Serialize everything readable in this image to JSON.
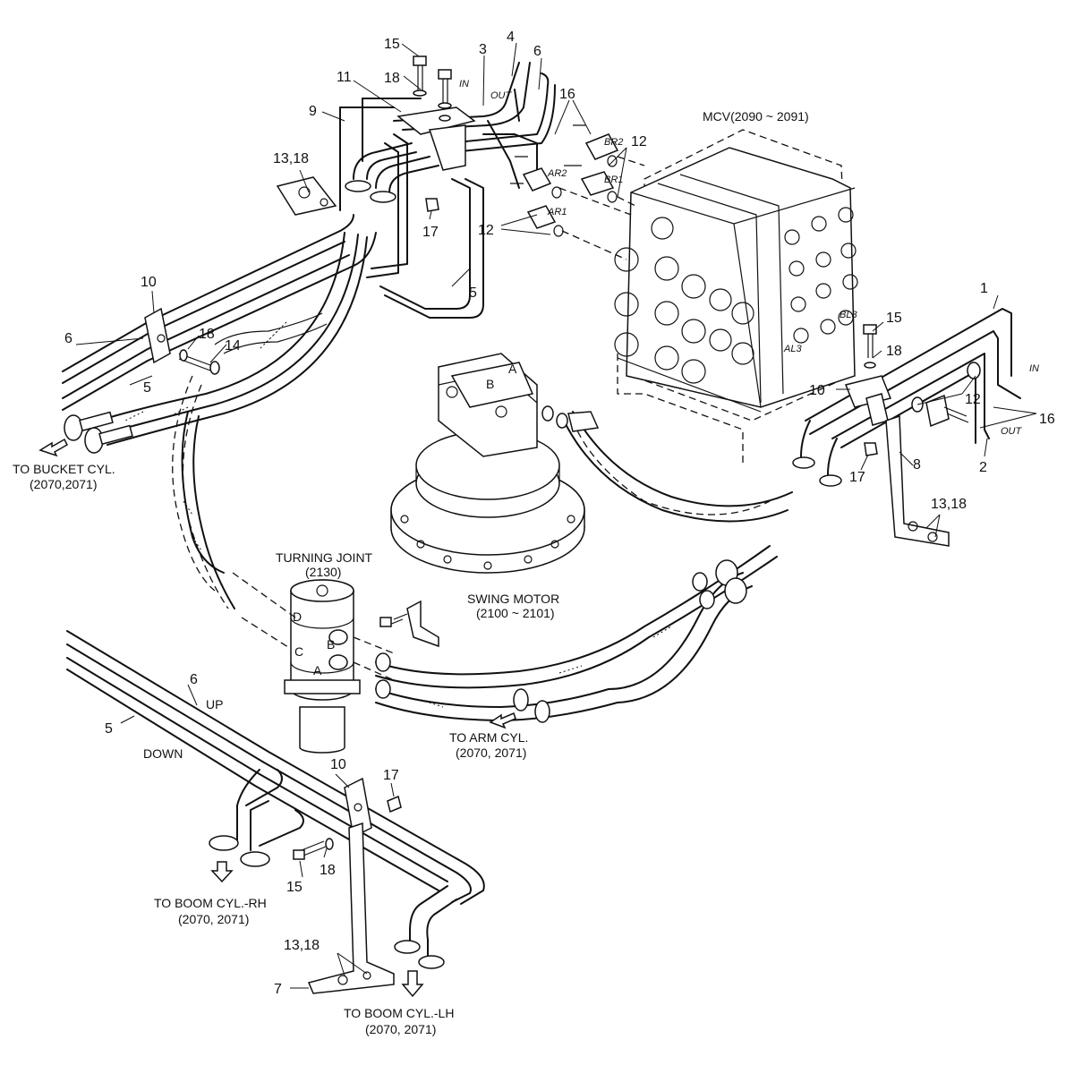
{
  "labels": {
    "p1": "1",
    "p2": "2",
    "p3": "3",
    "p4": "4",
    "p5a": "5",
    "p5b": "5",
    "p5c": "5",
    "p6a": "6",
    "p6b": "6",
    "p6c": "6",
    "p7": "7",
    "p8": "8",
    "p9": "9",
    "p10a": "10",
    "p10b": "10",
    "p10c": "10",
    "p11": "11",
    "p12a": "12",
    "p12b": "12",
    "p12c": "12",
    "p13a": "13,18",
    "p13b": "13,18",
    "p13c": "13,18",
    "p14": "14",
    "p15a": "15",
    "p15b": "15",
    "p15c": "15",
    "p16a": "16",
    "p16b": "16",
    "p17a": "17",
    "p17b": "17",
    "p17c": "17",
    "p18a": "18",
    "p18b": "18",
    "p18c": "18",
    "p18d": "18"
  },
  "flow": {
    "in_top": "IN",
    "out_top": "OUT",
    "in_right": "IN",
    "out_right": "OUT",
    "up": "UP",
    "down": "DOWN"
  },
  "ports": {
    "ar2": "AR2",
    "br2": "BR2",
    "br1": "BR1",
    "ar1": "AR1",
    "bl3": "BL3",
    "al3": "AL3"
  },
  "joint_ports": {
    "a": "A",
    "b": "B",
    "c": "C",
    "d": "D"
  },
  "motor_ports": {
    "a": "A",
    "b": "B"
  },
  "components": {
    "mcv": "MCV(2090 ~ 2091)",
    "turning_joint": "TURNING JOINT",
    "turning_joint_ref": "(2130)",
    "swing_motor": "SWING MOTOR",
    "swing_motor_ref": "(2100 ~ 2101)"
  },
  "destinations": {
    "bucket": "TO BUCKET CYL.",
    "bucket_ref": "(2070,2071)",
    "arm": "TO ARM CYL.",
    "arm_ref": "(2070, 2071)",
    "boom_rh": "TO BOOM CYL.-RH",
    "boom_rh_ref": "(2070, 2071)",
    "boom_lh": "TO BOOM CYL.-LH",
    "boom_lh_ref": "(2070, 2071)"
  }
}
